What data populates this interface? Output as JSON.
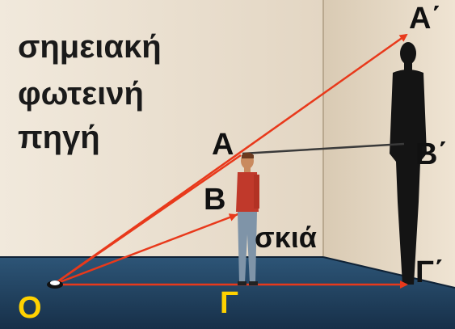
{
  "title_lines": [
    "σημειακή",
    "φωτεινή",
    "πηγή"
  ],
  "points": {
    "O": "Ο",
    "A": "Α",
    "B": "Β",
    "G": "Γ",
    "A_img": "Α΄",
    "B_img": "Β΄",
    "G_img": "Γ΄"
  },
  "shadow_label": "σκιά",
  "colors": {
    "wall": "#e8dccb",
    "floor": "#1f3d5c",
    "ray": "#e8391b",
    "ray_dark": "#3a3a3a",
    "label_yellow": "#ffd200",
    "shadow": "#141414",
    "shirt": "#c0392b",
    "pants": "#7f94a8"
  }
}
